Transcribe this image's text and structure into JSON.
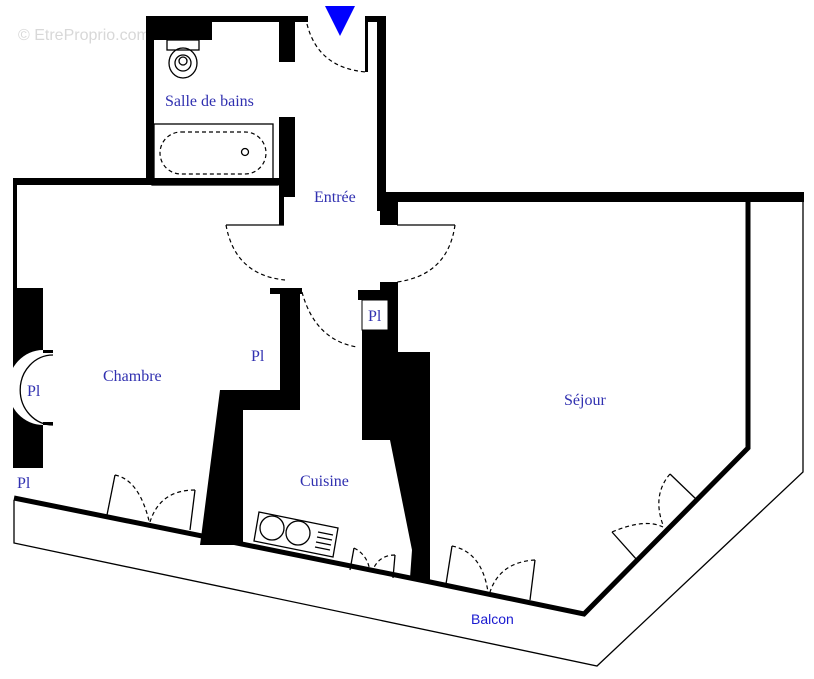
{
  "watermark": "© EtreProprio.com",
  "rooms": {
    "salle_de_bains": "Salle de bains",
    "entree": "Entrée",
    "chambre": "Chambre",
    "sejour": "Séjour",
    "cuisine": "Cuisine",
    "balcon": "Balcon"
  },
  "closets": [
    {
      "id": "pl-entree",
      "label": "Pl"
    },
    {
      "id": "pl-chambre-right",
      "label": "Pl"
    },
    {
      "id": "pl-chambre-left",
      "label": "Pl"
    },
    {
      "id": "pl-chambre-bottom",
      "label": "Pl"
    }
  ],
  "entrance_marker": {
    "icon": "entrance-arrow-icon",
    "color": "#0000ff"
  },
  "colors": {
    "walls": "#000000",
    "room_labels": "#3030b0",
    "balcon_label": "#1a1ad0",
    "background": "#ffffff"
  }
}
